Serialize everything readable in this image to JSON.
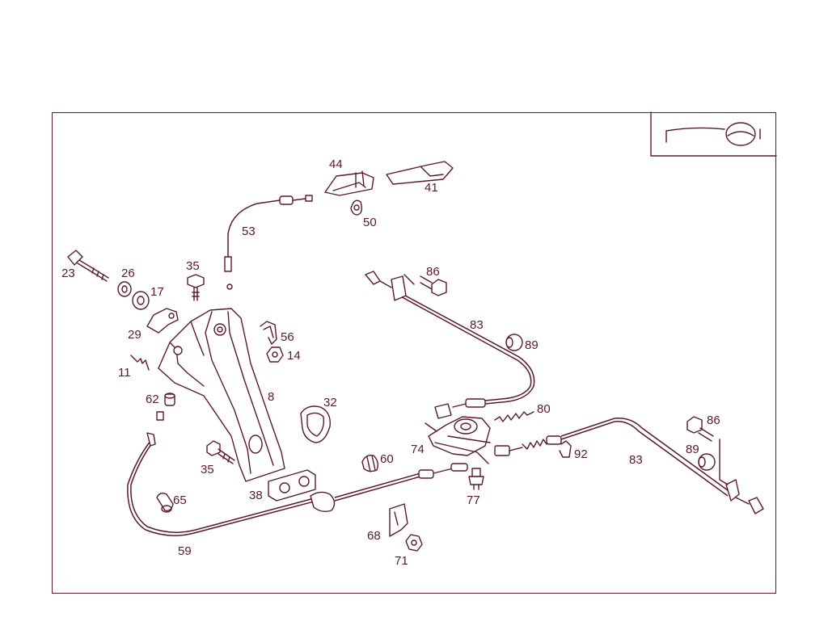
{
  "colors": {
    "line": "#5a1a2a",
    "background": "#ffffff"
  },
  "icons": {
    "corner_symbol": "parking-brake-icon"
  },
  "callouts": [
    {
      "id": "p23",
      "text": "23"
    },
    {
      "id": "p26",
      "text": "26"
    },
    {
      "id": "p17",
      "text": "17"
    },
    {
      "id": "p35a",
      "text": "35"
    },
    {
      "id": "p29",
      "text": "29"
    },
    {
      "id": "p11",
      "text": "11"
    },
    {
      "id": "p56",
      "text": "56"
    },
    {
      "id": "p14",
      "text": "14"
    },
    {
      "id": "p8",
      "text": "8"
    },
    {
      "id": "p62",
      "text": "62"
    },
    {
      "id": "p32",
      "text": "32"
    },
    {
      "id": "p35b",
      "text": "35"
    },
    {
      "id": "p38",
      "text": "38"
    },
    {
      "id": "p65",
      "text": "65"
    },
    {
      "id": "p59",
      "text": "59"
    },
    {
      "id": "p53",
      "text": "53"
    },
    {
      "id": "p44",
      "text": "44"
    },
    {
      "id": "p41",
      "text": "41"
    },
    {
      "id": "p50",
      "text": "50"
    },
    {
      "id": "p86a",
      "text": "86"
    },
    {
      "id": "p83a",
      "text": "83"
    },
    {
      "id": "p89a",
      "text": "89"
    },
    {
      "id": "p80",
      "text": "80"
    },
    {
      "id": "p74",
      "text": "74"
    },
    {
      "id": "p60",
      "text": "60"
    },
    {
      "id": "p77",
      "text": "77"
    },
    {
      "id": "p92",
      "text": "92"
    },
    {
      "id": "p83b",
      "text": "83"
    },
    {
      "id": "p86b",
      "text": "86"
    },
    {
      "id": "p89b",
      "text": "89"
    },
    {
      "id": "p68",
      "text": "68"
    },
    {
      "id": "p71",
      "text": "71"
    }
  ]
}
